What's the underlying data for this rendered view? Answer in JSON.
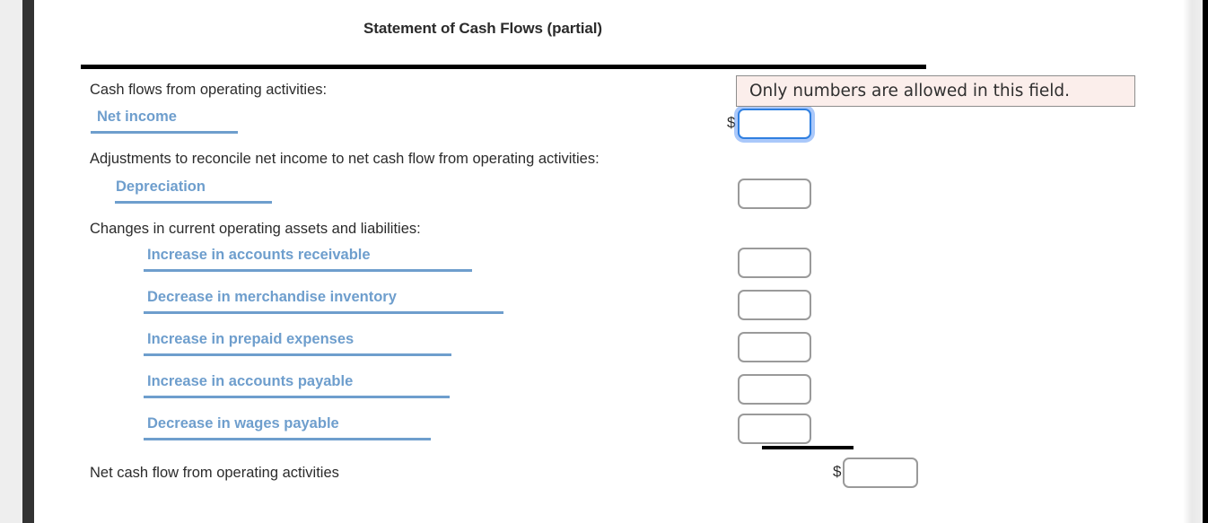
{
  "document": {
    "title": "Statement of Cash Flows (partial)"
  },
  "validation": {
    "message": "Only numbers are allowed in this field.",
    "background_color": "#fbeeeb",
    "border_color": "#8d8d8d"
  },
  "theme": {
    "label_blue": "#6e9ecd",
    "text_dark": "#2b2b2b",
    "rule_black": "#000000",
    "input_border": "#9a9a9a",
    "focus_blue": "#2f7fe0"
  },
  "sections": {
    "operating_header": "Cash flows from operating activities:",
    "adjustments_header": "Adjustments to reconcile net income to net cash flow from operating activities:",
    "changes_header": "Changes in current operating assets and liabilities:",
    "total_label": "Net cash flow from operating activities"
  },
  "line_items": [
    {
      "label": "Net income",
      "value": "",
      "currency": "$",
      "focused": true
    },
    {
      "label": "Depreciation",
      "value": "",
      "currency": "",
      "focused": false
    },
    {
      "label": "Increase in accounts receivable",
      "value": "",
      "currency": "",
      "focused": false
    },
    {
      "label": "Decrease in merchandise inventory",
      "value": "",
      "currency": "",
      "focused": false
    },
    {
      "label": "Increase in prepaid expenses",
      "value": "",
      "currency": "",
      "focused": false
    },
    {
      "label": "Increase in accounts payable",
      "value": "",
      "currency": "",
      "focused": false
    },
    {
      "label": "Decrease in wages payable",
      "value": "",
      "currency": "",
      "focused": false
    }
  ],
  "total_row": {
    "label": "Net cash flow from operating activities",
    "currency": "$",
    "value": ""
  }
}
